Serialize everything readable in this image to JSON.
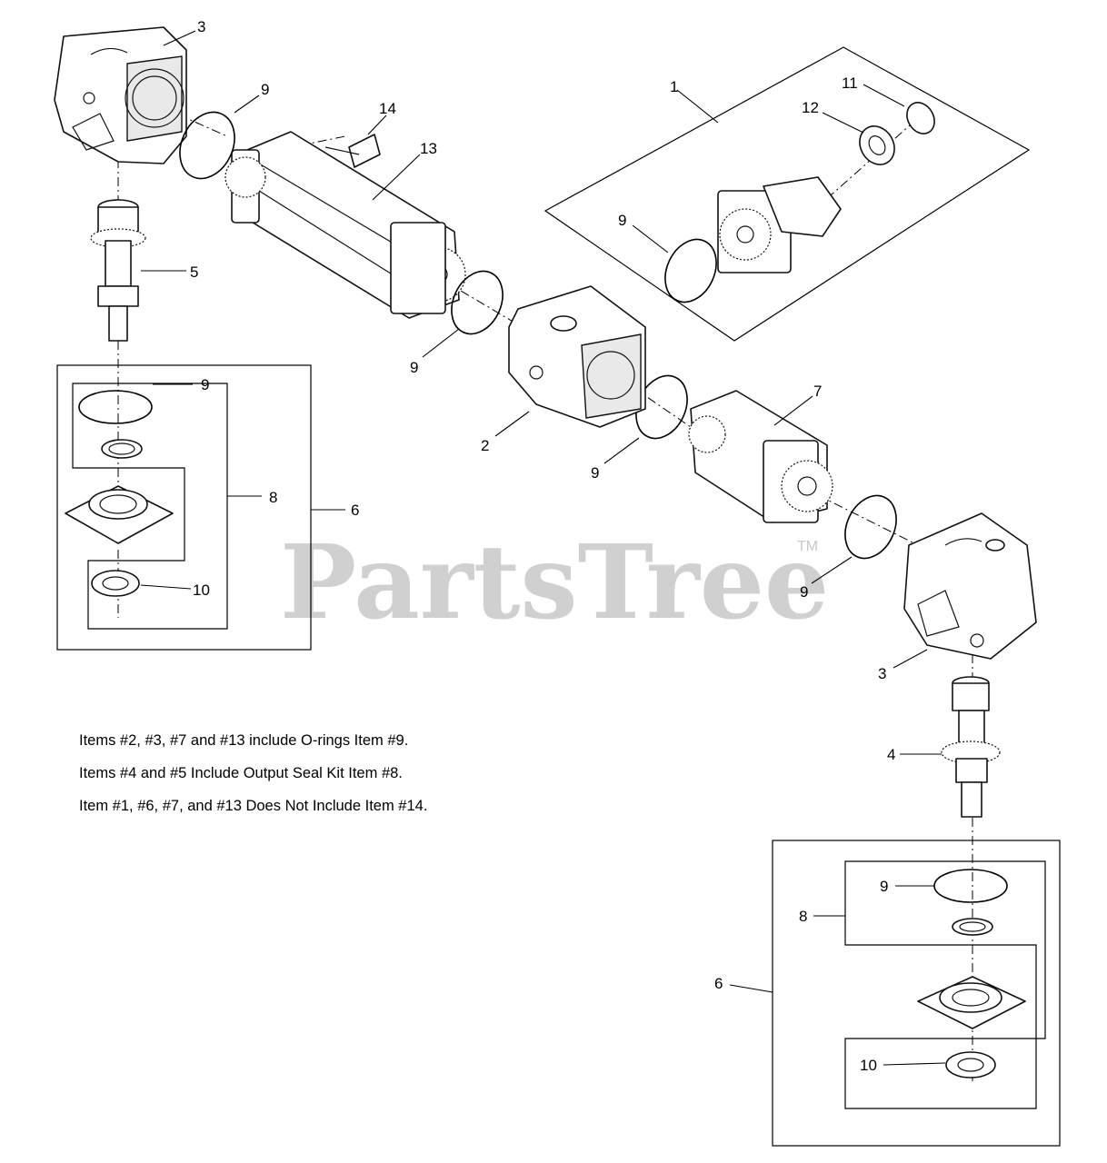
{
  "watermark": {
    "text": "PartsTree",
    "trademark": "TM"
  },
  "callouts": {
    "c1": "1",
    "c2": "2",
    "c3_top": "3",
    "c3_bottom": "3",
    "c4": "4",
    "c5": "5",
    "c6_left": "6",
    "c6_right": "6",
    "c7": "7",
    "c8_left": "8",
    "c8_right": "8",
    "c9_a": "9",
    "c9_b": "9",
    "c9_c": "9",
    "c9_d": "9",
    "c9_e": "9",
    "c9_f": "9",
    "c9_g": "9",
    "c10_left": "10",
    "c10_right": "10",
    "c11": "11",
    "c12": "12",
    "c13": "13",
    "c14": "14"
  },
  "notes": [
    "Items #2, #3, #7 and #13 include O-rings Item #9.",
    "Items #4 and #5 Include Output Seal Kit Item #8.",
    "Item #1, #6, #7, and #13 Does Not Include Item #14."
  ]
}
